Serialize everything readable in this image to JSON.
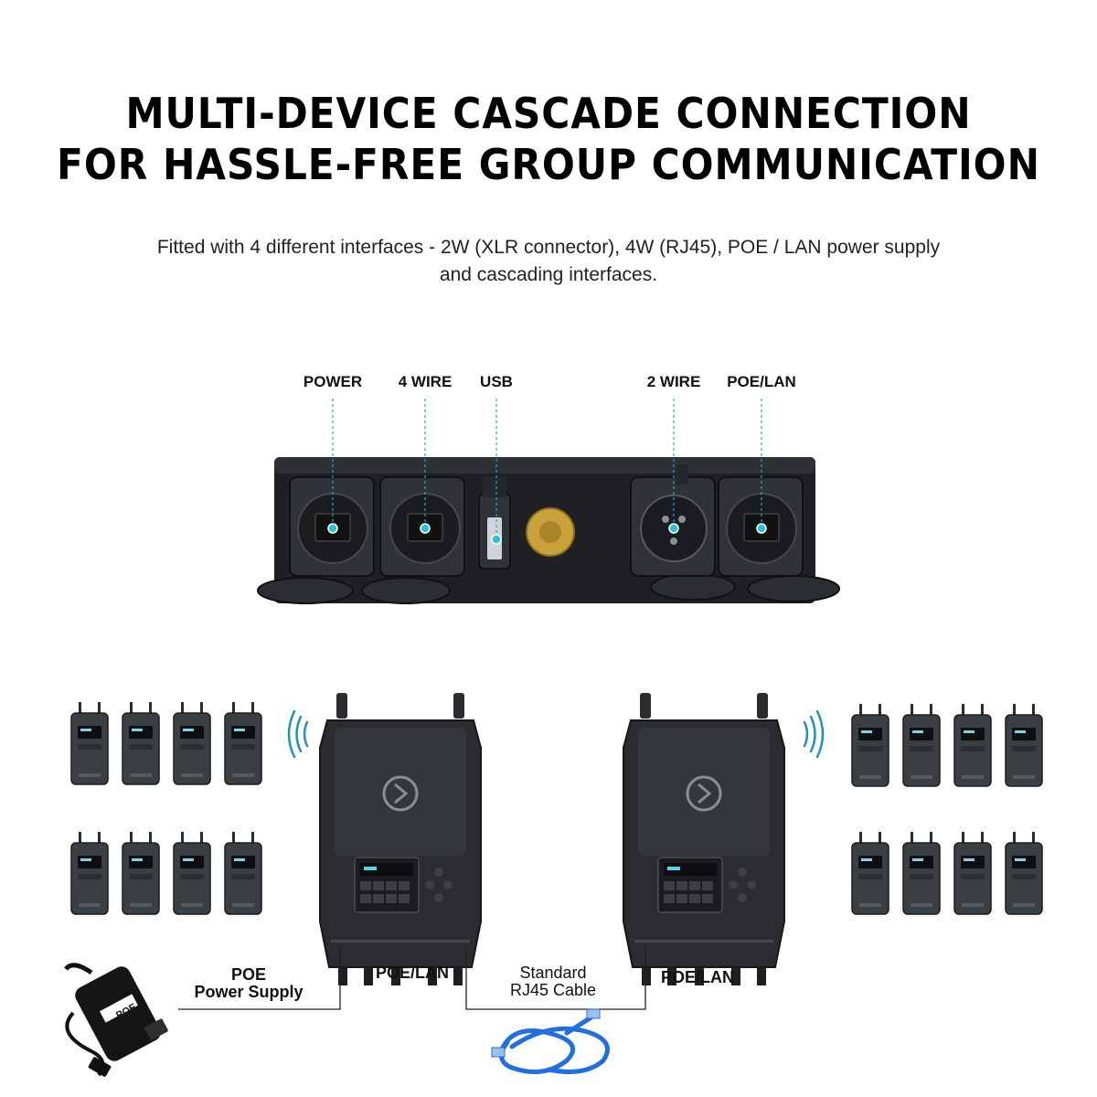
{
  "headline": {
    "line1": "MULTI-DEVICE CASCADE CONNECTION",
    "line2": "FOR HASSLE-FREE GROUP COMMUNICATION"
  },
  "description": {
    "line1": "Fitted with 4 different interfaces - 2W (XLR connector), 4W (RJ45), POE / LAN power supply",
    "line2": "and cascading interfaces."
  },
  "port_labels": {
    "power": "POWER",
    "four_wire": "4 WIRE",
    "usb": "USB",
    "two_wire": "2 WIRE",
    "poe_lan": "POE/LAN"
  },
  "diagram": {
    "poe_supply_line1": "POE",
    "poe_supply_line2": "Power Supply",
    "left_poe_lan": "POE/LAN",
    "cable_line1": "Standard",
    "cable_line2": "RJ45 Cable",
    "right_poe_lan": "POE/LAN",
    "poe_box_text": "POE"
  },
  "colors": {
    "accent": "#28c3d8",
    "device_body": "#2a2c2f",
    "beltpack_body": "#3a3f44",
    "cable_blue": "#1f6fe0",
    "brass": "#c9a23a"
  }
}
